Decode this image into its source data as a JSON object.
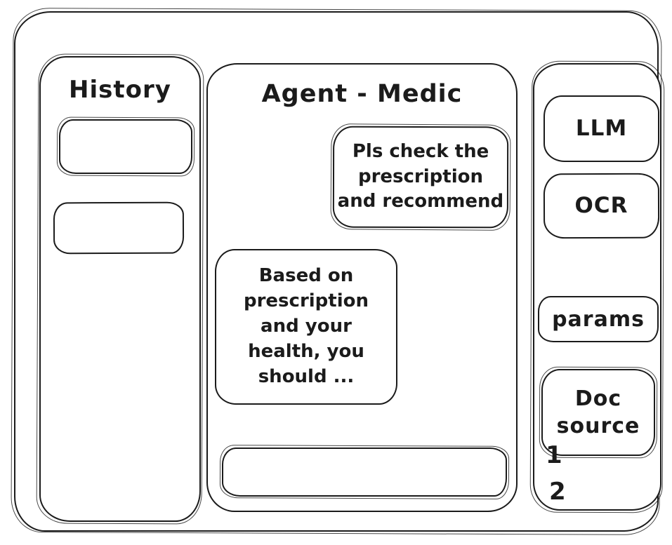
{
  "colors": {
    "stroke": "#1b1b1b",
    "background": "#ffffff"
  },
  "history_panel": {
    "title": "History",
    "items": [
      {
        "label": ""
      },
      {
        "label": ""
      }
    ]
  },
  "chat_panel": {
    "title": "Agent - Medic",
    "messages": [
      {
        "role": "user",
        "text": "Pls check the\nprescription\nand recommend"
      },
      {
        "role": "assistant",
        "text": "Based on\nprescription\nand your\nhealth, you\nshould ..."
      }
    ],
    "input": {
      "value": "",
      "placeholder": ""
    }
  },
  "tools_panel": {
    "buttons": [
      {
        "id": "llm",
        "label": "LLM"
      },
      {
        "id": "ocr",
        "label": "OCR"
      },
      {
        "id": "params",
        "label": "params"
      },
      {
        "id": "doc-source",
        "label": "Doc\nsource"
      }
    ],
    "doc_source_items": [
      "1",
      "2"
    ]
  }
}
